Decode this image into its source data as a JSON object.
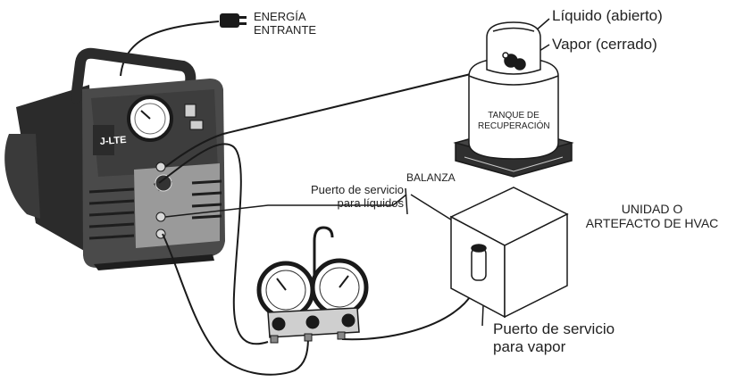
{
  "labels": {
    "power": [
      "ENERGÍA",
      "ENTRANTE"
    ],
    "liquid_open": "Líquido (abierto)",
    "vapor_closed": "Vapor (cerrado)",
    "tank": [
      "TANQUE DE",
      "RECUPERACIÓN"
    ],
    "scale": "BALANZA",
    "liquid_port": [
      "Puerto de servicio",
      "para líquidos"
    ],
    "hvac_unit": [
      "UNIDAD O",
      "ARTEFACTO DE HVAC"
    ],
    "vapor_port": [
      "Puerto de servicio",
      "para vapor"
    ],
    "machine_brand": "J-LTE"
  },
  "colors": {
    "line": "#1a1a1a",
    "machine_body": "#4a4a4a",
    "machine_dark": "#2b2b2b",
    "panel": "#9a9a9a"
  }
}
